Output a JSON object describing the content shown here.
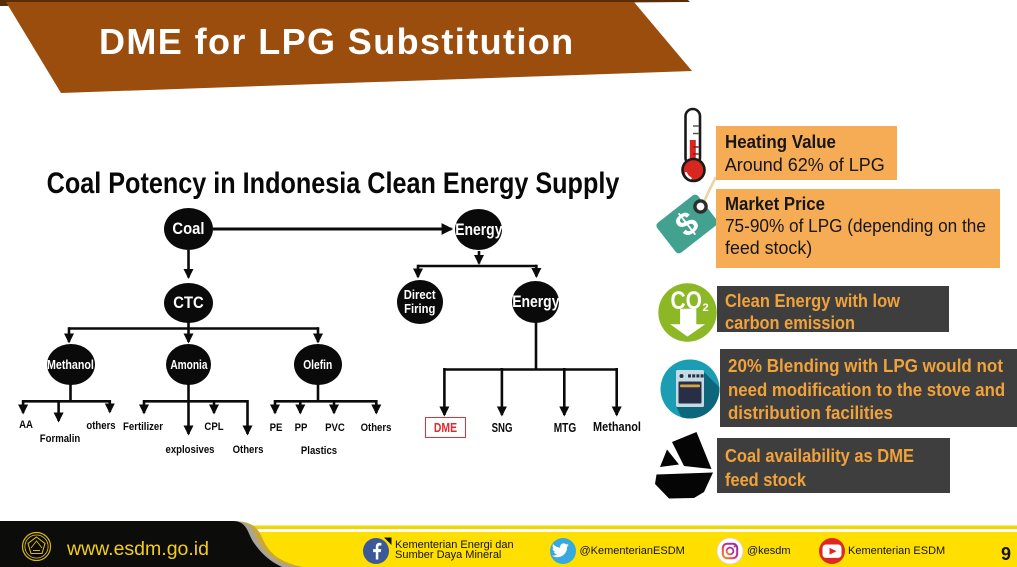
{
  "slide": {
    "banner_title": "DME for LPG Substitution",
    "page_number": "9"
  },
  "diagram": {
    "title": "Coal Potency in Indonesia Clean Energy Supply",
    "nodes": {
      "coal": "Coal",
      "energy_top": "Energy",
      "ctc": "CTC",
      "direct_firing_line1": "Direct",
      "direct_firing_line2": "Firing",
      "energy_right": "Energy",
      "methanol": "Methanol",
      "amonia": "Amonia",
      "olefin": "Olefin"
    },
    "leaves": {
      "aa": "AA",
      "formalin": "Formalin",
      "others_methanol": "others",
      "fertilizer": "Fertilizer",
      "cpl": "CPL",
      "explosives": "explosives",
      "others_amonia": "Others",
      "pe": "PE",
      "pp": "PP",
      "pvc": "PVC",
      "others_olefin": "Others",
      "plastics": "Plastics",
      "dme": "DME",
      "sng": "SNG",
      "mtg": "MTG",
      "methanol_product": "Methanol"
    }
  },
  "facts": [
    {
      "icon": "thermometer-icon",
      "style": "orange",
      "title": "Heating Value",
      "lines": [
        "Around 62% of LPG"
      ]
    },
    {
      "icon": "price-tag-icon",
      "style": "orange",
      "title": "Market Price",
      "lines": [
        "75-90% of LPG (depending on the",
        "feed stock)"
      ]
    },
    {
      "icon": "co2-icon",
      "style": "dark",
      "lines": [
        "Clean Energy with low",
        "carbon emission"
      ]
    },
    {
      "icon": "stove-icon",
      "style": "dark",
      "lines": [
        "20% Blending with LPG would not",
        "need modification to the stove and",
        "distribution facilities"
      ]
    },
    {
      "icon": "coal-icon",
      "style": "dark",
      "lines": [
        "Coal availability as DME",
        "feed stock"
      ]
    }
  ],
  "icon_text": {
    "co2_main": "CO",
    "co2_sub": "2",
    "dollar": "$",
    "facebook_f": "f"
  },
  "footer": {
    "website": "www.esdm.go.id",
    "social": [
      {
        "network": "facebook",
        "lines": [
          "Kementerian Energi dan",
          "Sumber Daya Mineral"
        ]
      },
      {
        "network": "twitter",
        "lines": [
          "@KementerianESDM"
        ]
      },
      {
        "network": "instagram",
        "lines": [
          "@kesdm"
        ]
      },
      {
        "network": "youtube",
        "lines": [
          "Kementerian ESDM"
        ]
      }
    ],
    "page": "9"
  },
  "colors": {
    "banner": "#9A4D0D",
    "banner_shadow": "#5A2D08",
    "orange_box": "#F6AC55",
    "dark_box": "#3E3E3E",
    "orange_text": "#F0A23B",
    "dme_red": "#E03232",
    "footer_yellow": "#FFDF00",
    "node_black": "#0A0A0A",
    "tag_teal": "#43A18F",
    "co2_green": "#8CB826",
    "stove_teal": "#1B9DB3"
  }
}
